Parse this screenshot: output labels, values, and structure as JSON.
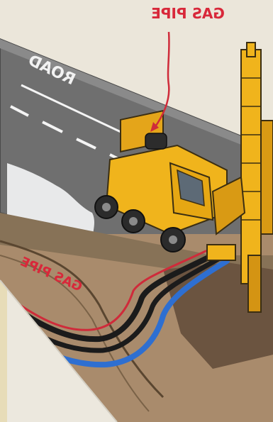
{
  "illustration": {
    "labels": {
      "top_gas_pipe": "GAS PIPE",
      "road": "ROAD",
      "lower_gas_pipe": "GAS PIPE"
    },
    "colors": {
      "paper": "#ece8de",
      "road": "#6d6d6d",
      "soil": "#a98b6c",
      "machine_yellow": "#f0b41c",
      "pipe_red": "#cf2b3a",
      "pipe_blue": "#2e6fd1",
      "pipe_black": "#1b1b1b",
      "frame_border": "#cbbf9a"
    },
    "icons": [
      "drilling-rig-icon",
      "pointer-arrow-icon",
      "gas-pipe-icon"
    ]
  }
}
